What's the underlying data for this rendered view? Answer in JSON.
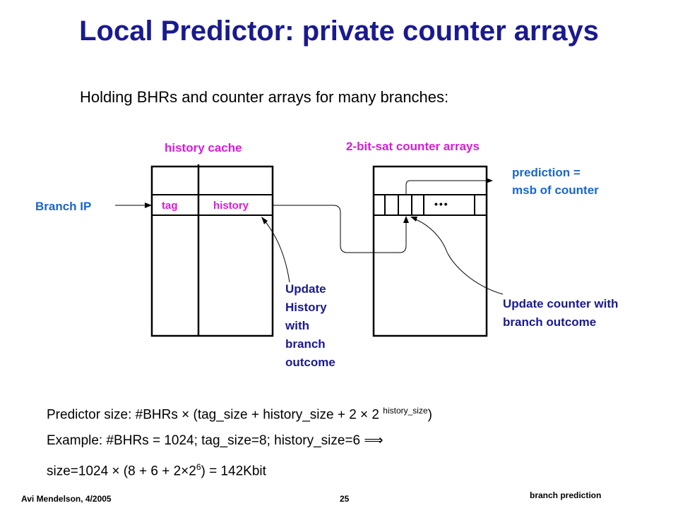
{
  "title": "Local Predictor: private counter arrays",
  "subtitle": "Holding BHRs and counter arrays for many branches:",
  "diagram": {
    "history_cache_label": "history cache",
    "counter_arrays_label": "2-bit-sat counter arrays",
    "branch_ip_label": "Branch IP",
    "tag_cell": "tag",
    "history_cell": "history",
    "prediction_line1": "prediction =",
    "prediction_line2": "msb of counter",
    "update_history_lines": [
      "Update",
      "History",
      "with",
      "branch",
      "outcome"
    ],
    "update_counter_line1": "Update counter with",
    "update_counter_line2": "branch outcome",
    "ellipsis": "•••"
  },
  "formulas": {
    "line1_text": "Predictor size: #BHRs × (tag_size + history_size + 2 × 2 ",
    "line1_sup": "history_size",
    "line1_end": ")",
    "line2_text": "Example: #BHRs = 1024; tag_size=8; history_size=6  ",
    "line2_arrow": "⟹",
    "line3_text": "size=1024 × (8 + 6 + 2×2",
    "line3_sup": "6",
    "line3_end": ") = 142Kbit"
  },
  "footer": {
    "author": "Avi Mendelson, 4/2005",
    "page": "25",
    "topic": "branch prediction"
  },
  "colors": {
    "title": "#1a1a8f",
    "magenta": "#d91ad9",
    "blue": "#1a66cc",
    "navy": "#1a1a8f"
  }
}
